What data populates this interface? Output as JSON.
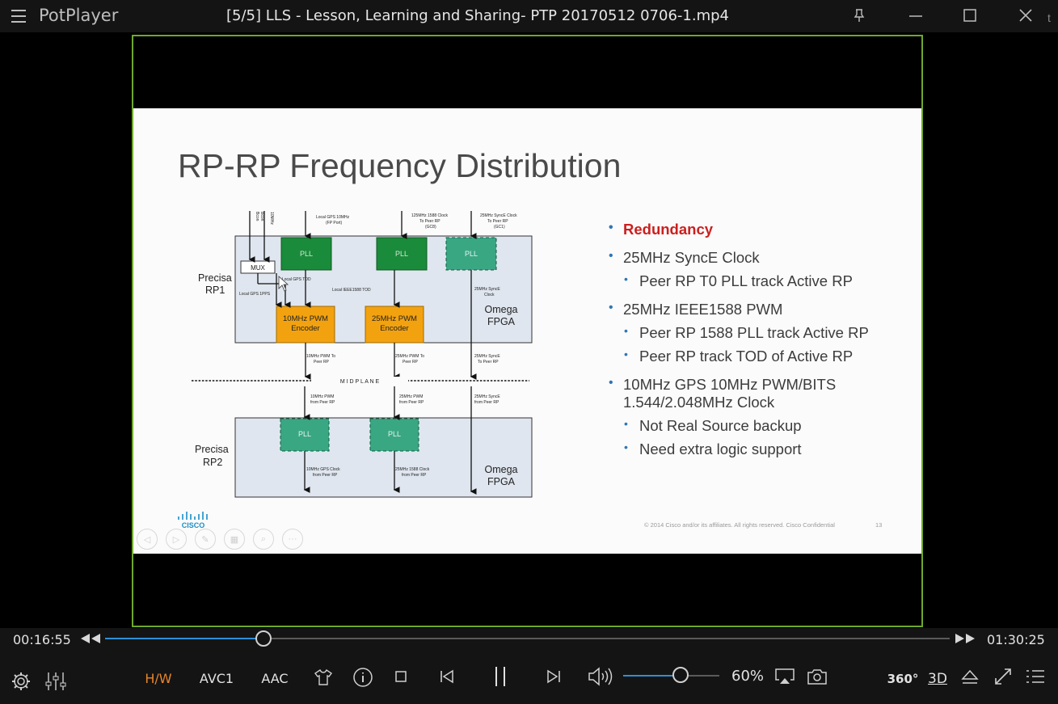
{
  "titlebar": {
    "app_name": "PotPlayer",
    "file_title": "[5/5] LLS - Lesson, Learning and Sharing- PTP 20170512 0706-1.mp4",
    "edge_char": "t"
  },
  "slide": {
    "title": "RP-RP Frequency Distribution",
    "diagram": {
      "rp1_label": [
        "Precisa",
        "RP1"
      ],
      "rp2_label": [
        "Precisa",
        "RP2"
      ],
      "pll": "PLL",
      "mux": "MUX",
      "enc10": [
        "10MHz PWM",
        "Encoder"
      ],
      "enc25": [
        "25MHz PWM",
        "Encoder"
      ],
      "fpga": [
        "Omega",
        "FPGA"
      ],
      "midplane": "M I D P L A N E",
      "small": {
        "top_gps": [
          "Local GPS 10MHz",
          "(FP Port)"
        ],
        "top_1588": [
          "125MHz 1588 Clock",
          "To Peer RP",
          "(GC8)"
        ],
        "top_synce": [
          "25MHz SyncE Clock",
          "To Peer RP",
          "(GC1)"
        ],
        "vert_a": "Bcon",
        "vert_b": "Bcon",
        "vert_c": "10MHz",
        "local_tod": "Local GPS TOD",
        "local_pps": "Local GPS 1PPS",
        "local_ieee": "Local IEEE1588 TOD",
        "fpga_synce": [
          "25MHz SyncE",
          "Clock"
        ],
        "out_10": [
          "10MHz PWM To",
          "Peer RP"
        ],
        "out_25": [
          "25MHz PWM To",
          "Peer RP"
        ],
        "out_synce": [
          "25MHz SyncE",
          "To Peer RP"
        ],
        "in_10": [
          "10MHz PWM",
          "from Peer RP"
        ],
        "in_25": [
          "25MHz PWM",
          "from Peer RP"
        ],
        "in_synce": [
          "25MHz SyncE",
          "from Peer RP"
        ],
        "rp2_gps": [
          "10MHz GPS Clock",
          "from Peer RP"
        ],
        "rp2_1588": [
          "25MHz 1588 Clock",
          "from Peer RP"
        ]
      }
    },
    "bullets": [
      {
        "level": 1,
        "text": "Redundancy",
        "highlight": true
      },
      {
        "level": 1,
        "text": "25MHz SyncE Clock"
      },
      {
        "level": 2,
        "text": "Peer RP T0 PLL track Active RP"
      },
      {
        "level": 1,
        "text": "25MHz IEEE1588 PWM"
      },
      {
        "level": 2,
        "text": "Peer RP 1588 PLL track Active RP"
      },
      {
        "level": 2,
        "text": "Peer RP track TOD of Active RP"
      },
      {
        "level": 1,
        "text": "10MHz GPS 10MHz PWM/BITS 1.544/2.048MHz Clock"
      },
      {
        "level": 2,
        "text": "Not Real Source backup"
      },
      {
        "level": 2,
        "text": "Need extra logic support"
      }
    ],
    "logo_text": "CISCO",
    "copyright": "© 2014 Cisco and/or its affiliates. All rights reserved.   Cisco Confidential",
    "slide_number": "13",
    "nav_more": "···"
  },
  "controls": {
    "time_current": "00:16:55",
    "time_total": "01:30:25",
    "seek_progress": 0.1872,
    "hw_label": "H/W",
    "video_codec": "AVC1",
    "audio_codec": "AAC",
    "volume_percent_label": "60%",
    "volume_level": 0.6,
    "label_360": "360°",
    "label_3d": "3D"
  },
  "colors": {
    "accent": "#2e8fd8",
    "hw_orange": "#e7852b",
    "frame_green": "#6fa82d",
    "pll_green": "#1a8b3a",
    "pll_teal": "#3aa783",
    "encoder_orange": "#f3a20f",
    "bullet_red": "#cc1f1f"
  }
}
